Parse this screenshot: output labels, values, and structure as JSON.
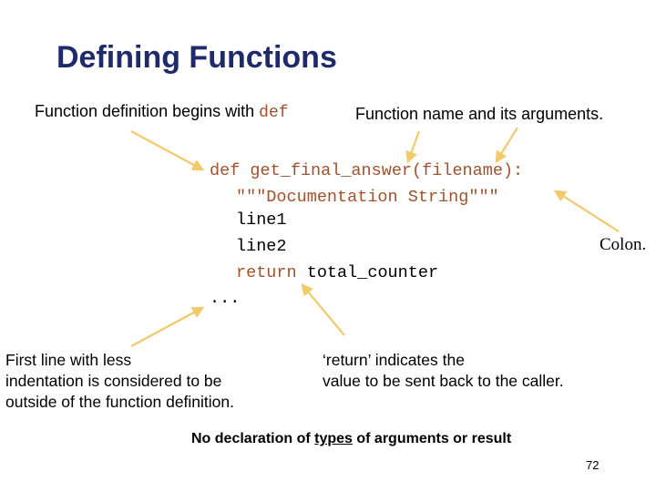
{
  "title": "Defining Functions",
  "notes": {
    "def_note_prefix": "Function definition begins with ",
    "def_note_keyword": "def",
    "name_note": "Function name and its arguments.",
    "colon_note": "Colon.",
    "indent_note": [
      "First line with less",
      "indentation is considered to be",
      "outside of the function definition."
    ],
    "return_note": [
      "‘return’ indicates the",
      "value to be sent back to the caller."
    ],
    "bottom_prefix": "No declaration of ",
    "bottom_underlined": "types",
    "bottom_suffix": " of arguments or result"
  },
  "code": {
    "def_line": "def get_final_answer(filename):",
    "doc_line": "\"\"\"Documentation String\"\"\"",
    "line1": "line1",
    "line2": "line2",
    "return_keyword": "return",
    "return_value": " total_counter",
    "dots": "..."
  },
  "page_number": "72",
  "colors": {
    "title": "#1f2a6b",
    "keyword": "#a0522d",
    "arrow": "#f2c96b"
  }
}
